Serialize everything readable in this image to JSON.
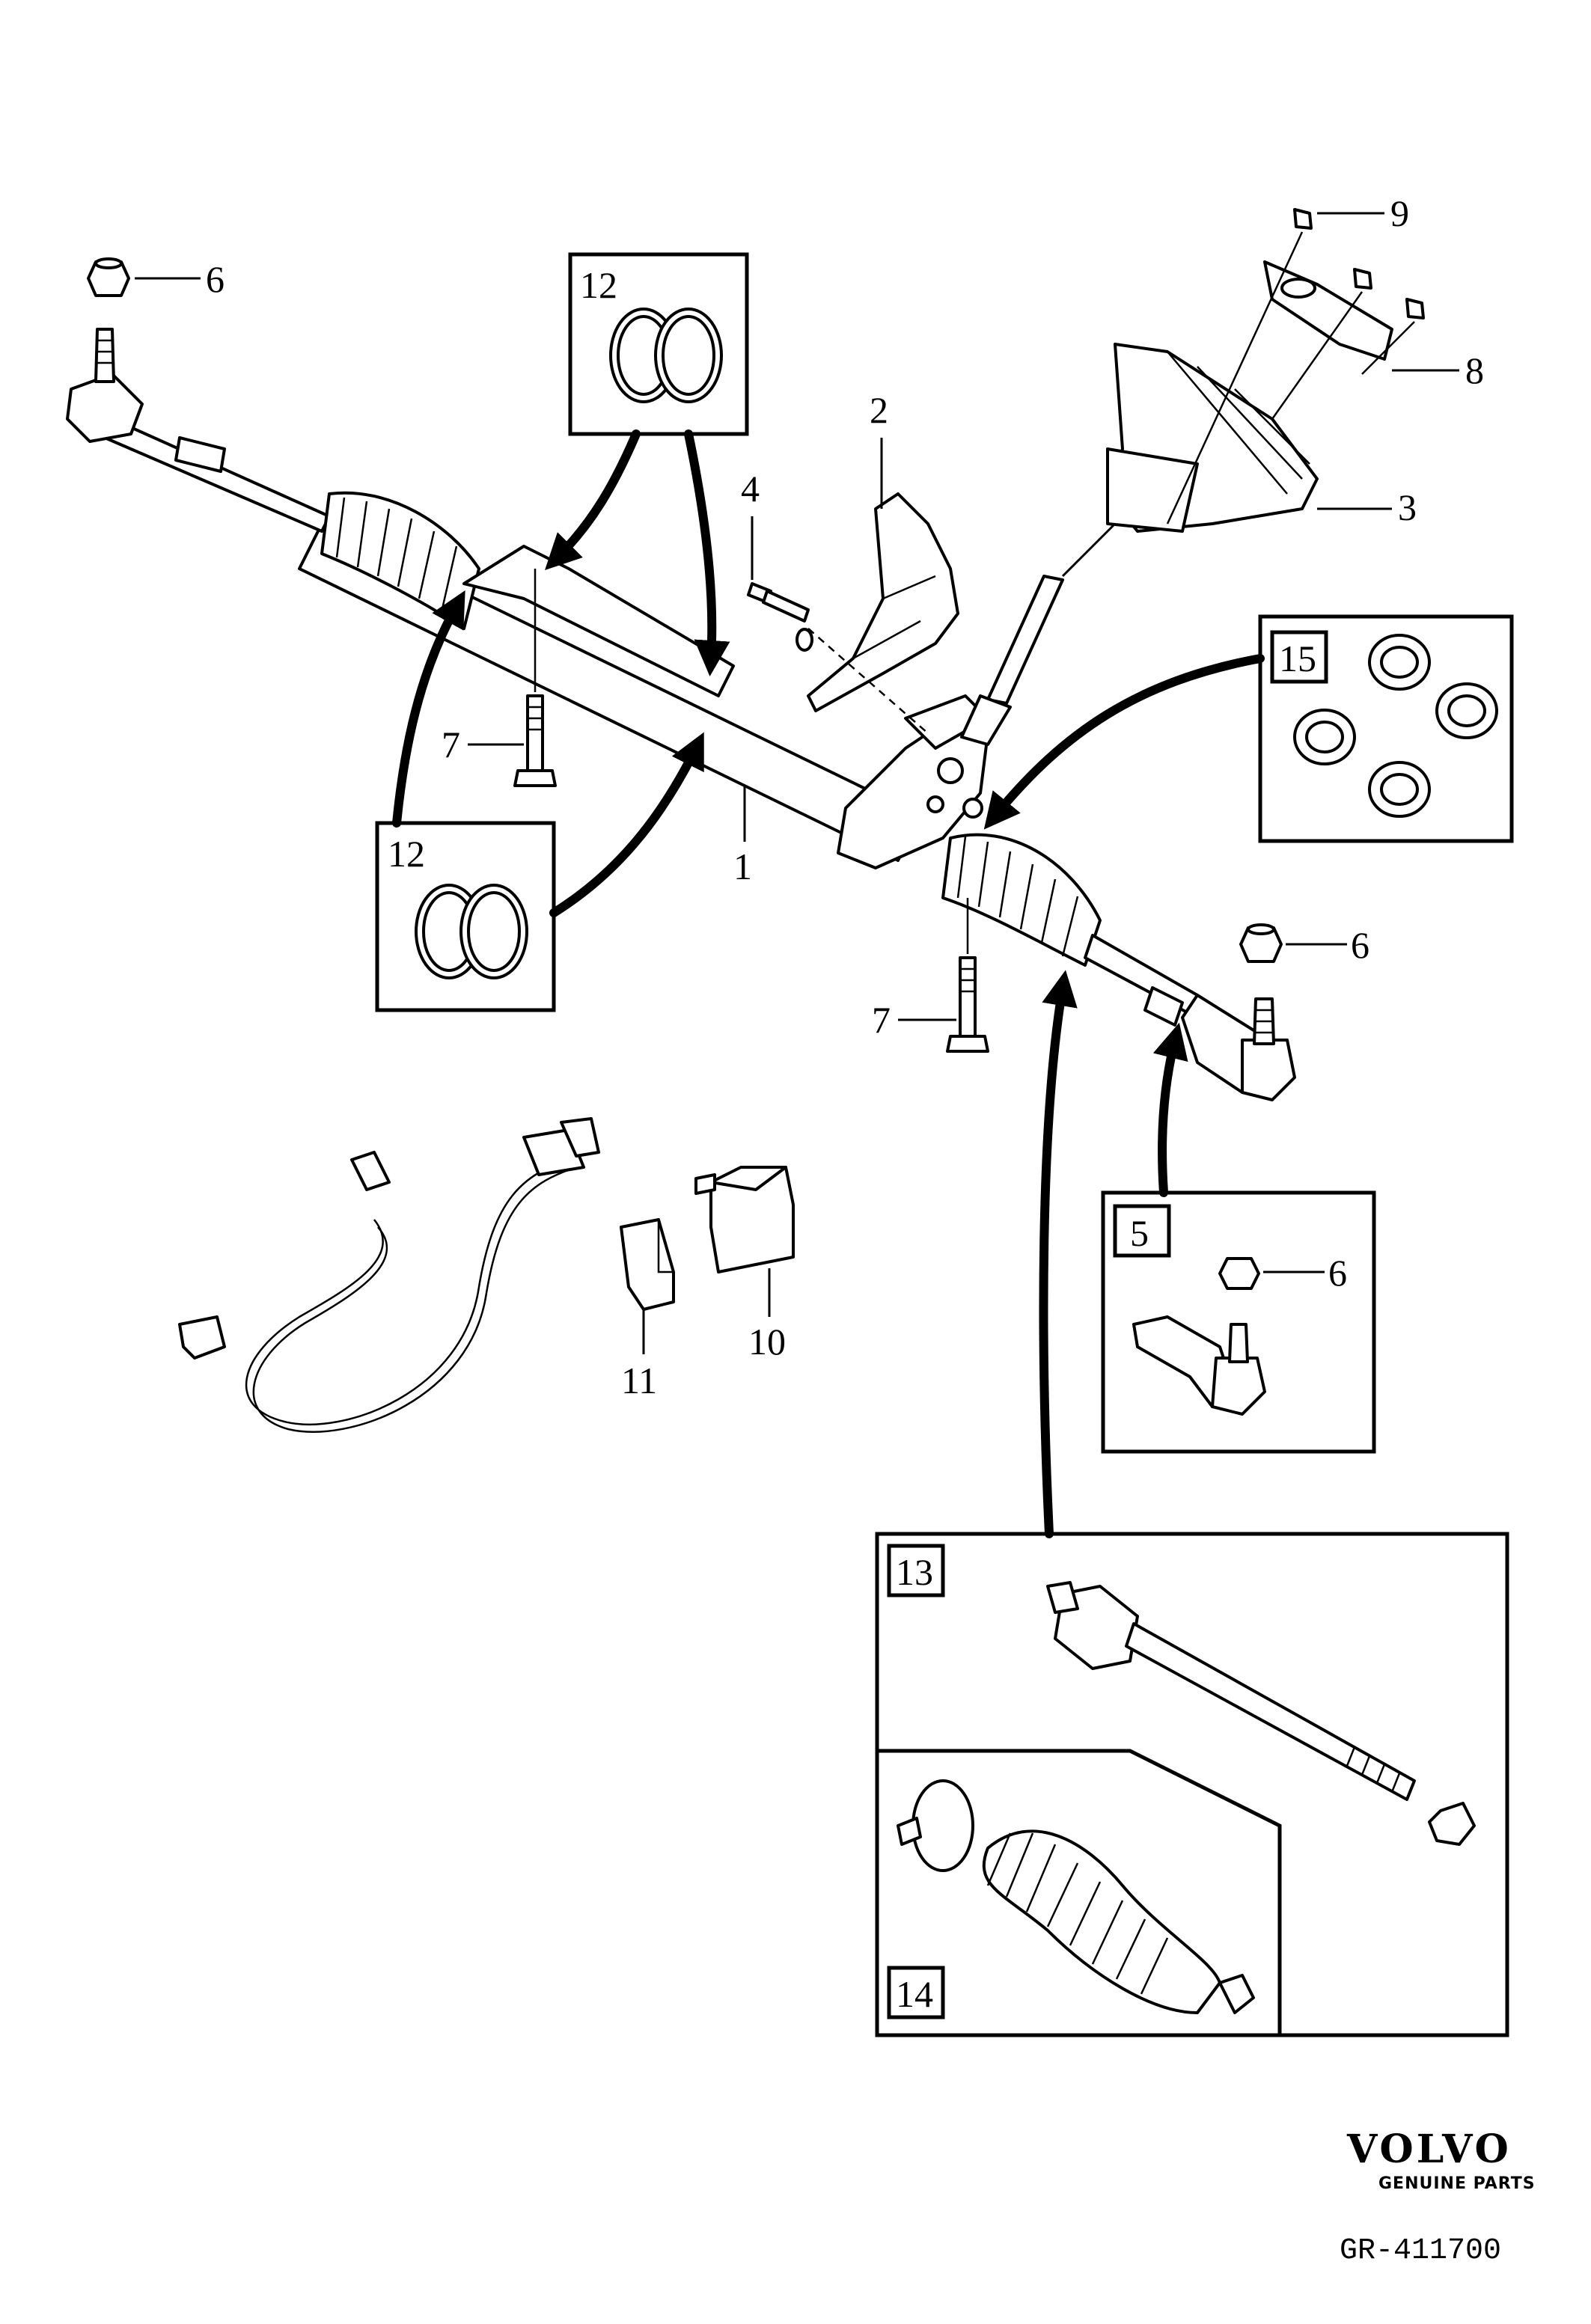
{
  "callouts": {
    "c1": "1",
    "c2": "2",
    "c3": "3",
    "c4": "4",
    "c5": "5",
    "c6a": "6",
    "c6b": "6",
    "c6c": "6",
    "c7a": "7",
    "c7b": "7",
    "c8": "8",
    "c9": "9",
    "c10": "10",
    "c11": "11",
    "c12a": "12",
    "c12b": "12",
    "c13": "13",
    "c14": "14",
    "c15": "15"
  },
  "brand": {
    "name": "VOLVO",
    "tagline": "GENUINE PARTS"
  },
  "figure_code": "GR-411700"
}
